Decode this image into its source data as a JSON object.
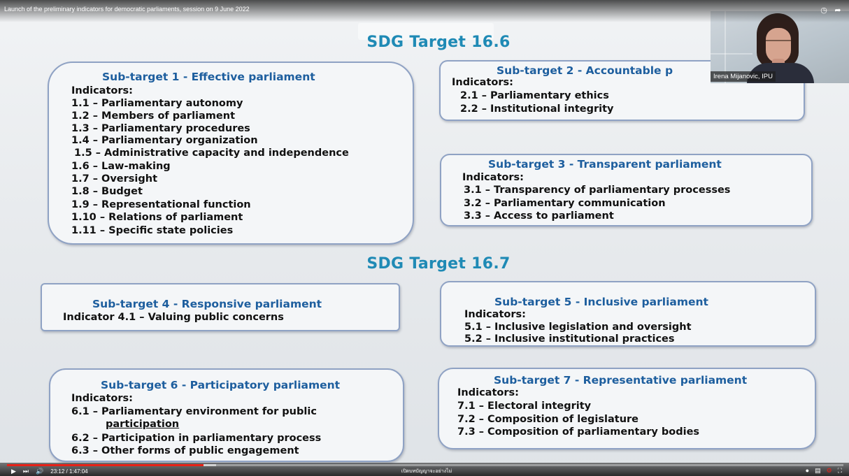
{
  "video": {
    "title": "Launch of the preliminary indicators for democratic parliaments, session on 9 June 2022",
    "time": "23:12 / 1:47:04",
    "progress": 0.235,
    "buffered": 0.25,
    "center_caption": "เปิดบทบัญญาจะอย่างไม่"
  },
  "presenter": {
    "name": "Irena Mijanovic, IPU"
  },
  "slide": {
    "target_166": "SDG Target 16.6",
    "target_167": "SDG Target 16.7",
    "subtargets": [
      {
        "heading": "Sub-target 1 - Effective parliament",
        "label": "Indicators:",
        "items": [
          "1.1  – Parliamentary autonomy",
          "1.2  – Members of parliament",
          "1.3  – Parliamentary procedures",
          "1.4  – Parliamentary organization",
          "1.5  – Administrative capacity and independence",
          "1.6  – Law-making",
          "1.7  – Oversight",
          "1.8  – Budget",
          "1.9  – Representational function",
          "1.10 – Relations of parliament",
          "1.11 – Specific state policies"
        ]
      },
      {
        "heading": "Sub-target 2 - Accountable p",
        "label": "Indicators:",
        "items": [
          "2.1 – Parliamentary ethics",
          "2.2 – Institutional integrity"
        ]
      },
      {
        "heading": "Sub-target 3 - Transparent parliament",
        "label": "Indicators:",
        "items": [
          "3.1 – Transparency of parliamentary processes",
          "3.2 – Parliamentary communication",
          "3.3 – Access to parliament"
        ]
      },
      {
        "heading": "Sub-target 4 - Responsive parliament",
        "items": [
          "Indicator 4.1 – Valuing public concerns"
        ]
      },
      {
        "heading": "Sub-target 5 - Inclusive parliament",
        "label": "Indicators:",
        "items": [
          "5.1 – Inclusive legislation and oversight",
          "5.2 – Inclusive institutional practices"
        ]
      },
      {
        "heading": "Sub-target 6 - Participatory parliament",
        "label": "Indicators:",
        "items": [
          "6.1 – Parliamentary environment for public",
          "participation",
          "6.2 – Participation in parliamentary process",
          "6.3 – Other forms of public engagement"
        ]
      },
      {
        "heading": "Sub-target 7 - Representative parliament",
        "label": "Indicators:",
        "items": [
          "7.1 – Electoral integrity",
          "7.2 – Composition of legislature",
          "7.3 – Composition of parliamentary bodies"
        ]
      }
    ]
  },
  "colors": {
    "sdg_title": "#1f8ab5",
    "subtarget_heading": "#1d5e9e",
    "box_border": "#8fa2c4",
    "progress_red": "#e62117"
  },
  "icons": {
    "play": "play-icon",
    "next": "next-icon",
    "volume": "volume-icon",
    "clock": "clock-icon",
    "share": "share-icon",
    "settings": "settings-icon",
    "captions": "captions-icon",
    "fullscreen": "fullscreen-icon"
  }
}
